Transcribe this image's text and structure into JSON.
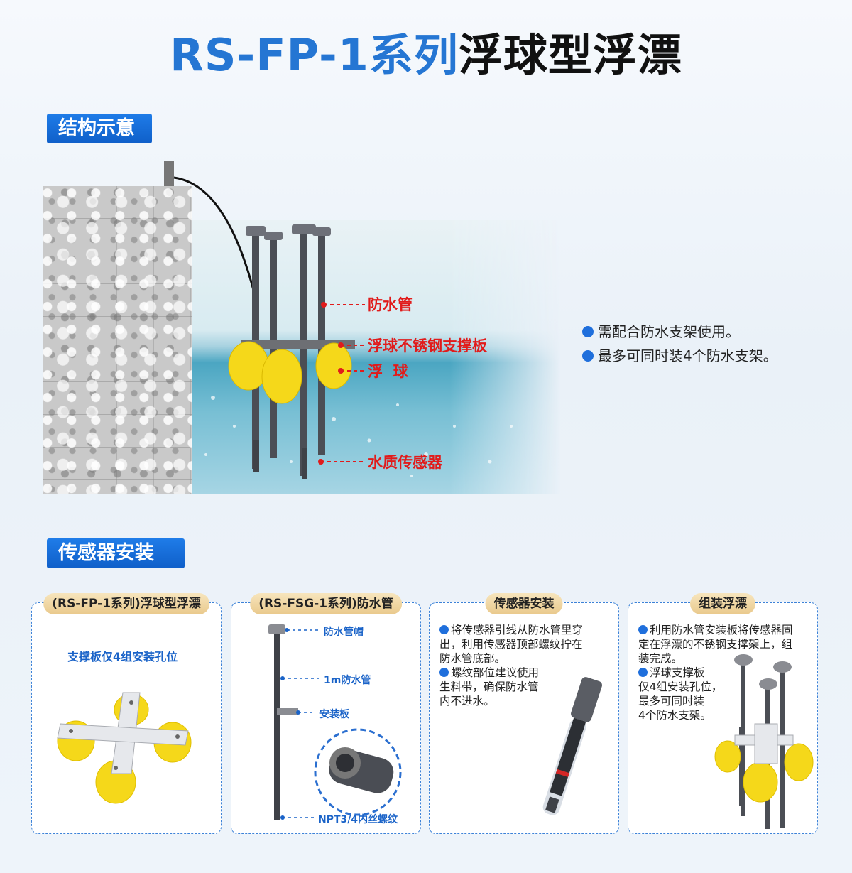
{
  "title": {
    "part1": "RS-FP-1系列",
    "part2": "浮球型浮漂"
  },
  "sections": {
    "structure": "结构示意",
    "install": "传感器安装"
  },
  "callouts": {
    "pipe": "防水管",
    "plate": "浮球不锈钢支撑板",
    "float": "浮  球",
    "sensor": "水质传感器"
  },
  "notes": [
    "需配合防水支架使用。",
    "最多可同时装4个防水支架。"
  ],
  "cards": {
    "c1": {
      "tag": "(RS-FP-1系列)浮球型浮漂",
      "note": "支撑板仅4组安装孔位"
    },
    "c2": {
      "tag": "(RS-FSG-1系列)防水管",
      "labels": {
        "cap": "防水管帽",
        "tube": "1m防水管",
        "plate": "安装板",
        "thread": "NPT3/4内丝螺纹"
      }
    },
    "c3": {
      "tag": "传感器安装",
      "note1_l1": "将传感器引线从防水管里穿",
      "note1_l2": "出，利用传感器顶部螺纹拧在",
      "note1_l3": "防水管底部。",
      "note2_l1": "螺纹部位建议使用",
      "note2_l2": "生料带，确保防水管",
      "note2_l3": "内不进水。"
    },
    "c4": {
      "tag": "组装浮漂",
      "note1_l1": "利用防水管安装板将传感器固",
      "note1_l2": "定在浮漂的不锈钢支撑架上，组",
      "note1_l3": "装完成。",
      "note2_l1": "浮球支撑板",
      "note2_l2": "仅4组安装孔位，",
      "note2_l3": "最多可同时装",
      "note2_l4": "4个防水支架。"
    }
  },
  "colors": {
    "accent": "#2576d3",
    "callout": "#e11b1b",
    "float": "#f5d81a",
    "tag_gold": "#e9c98c"
  }
}
